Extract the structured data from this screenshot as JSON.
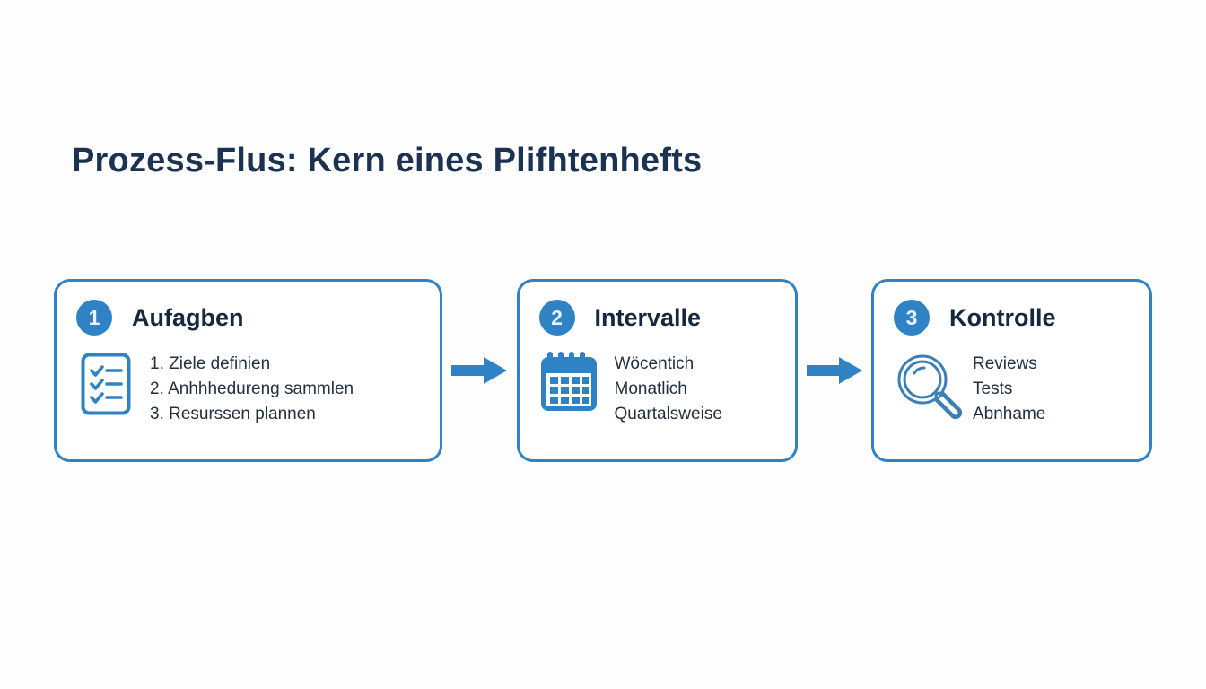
{
  "page": {
    "title": "Prozess-Flus: Kern eines Plifhtenhefts",
    "background_color": "#fdfdfd",
    "accent_color": "#2f82c4",
    "title_color": "#1b3251",
    "body_text_color": "#232f3c"
  },
  "flow": {
    "steps": [
      {
        "number": "1",
        "title": "Aufagben",
        "icon": "checklist-icon",
        "lines": [
          "1. Ziele definien",
          "2. Anhhhedureng sammlen",
          "3. Resurssen plannen"
        ]
      },
      {
        "number": "2",
        "title": "Intervalle",
        "icon": "calendar-icon",
        "lines": [
          "Wöcentich",
          "Monatlich",
          "Quartalsweise"
        ]
      },
      {
        "number": "3",
        "title": "Kontrolle",
        "icon": "magnifier-icon",
        "lines": [
          "Reviews",
          "Tests",
          "Abnhame"
        ]
      }
    ],
    "connectors": [
      {
        "icon": "arrow-right-icon"
      },
      {
        "icon": "arrow-right-icon"
      }
    ]
  }
}
